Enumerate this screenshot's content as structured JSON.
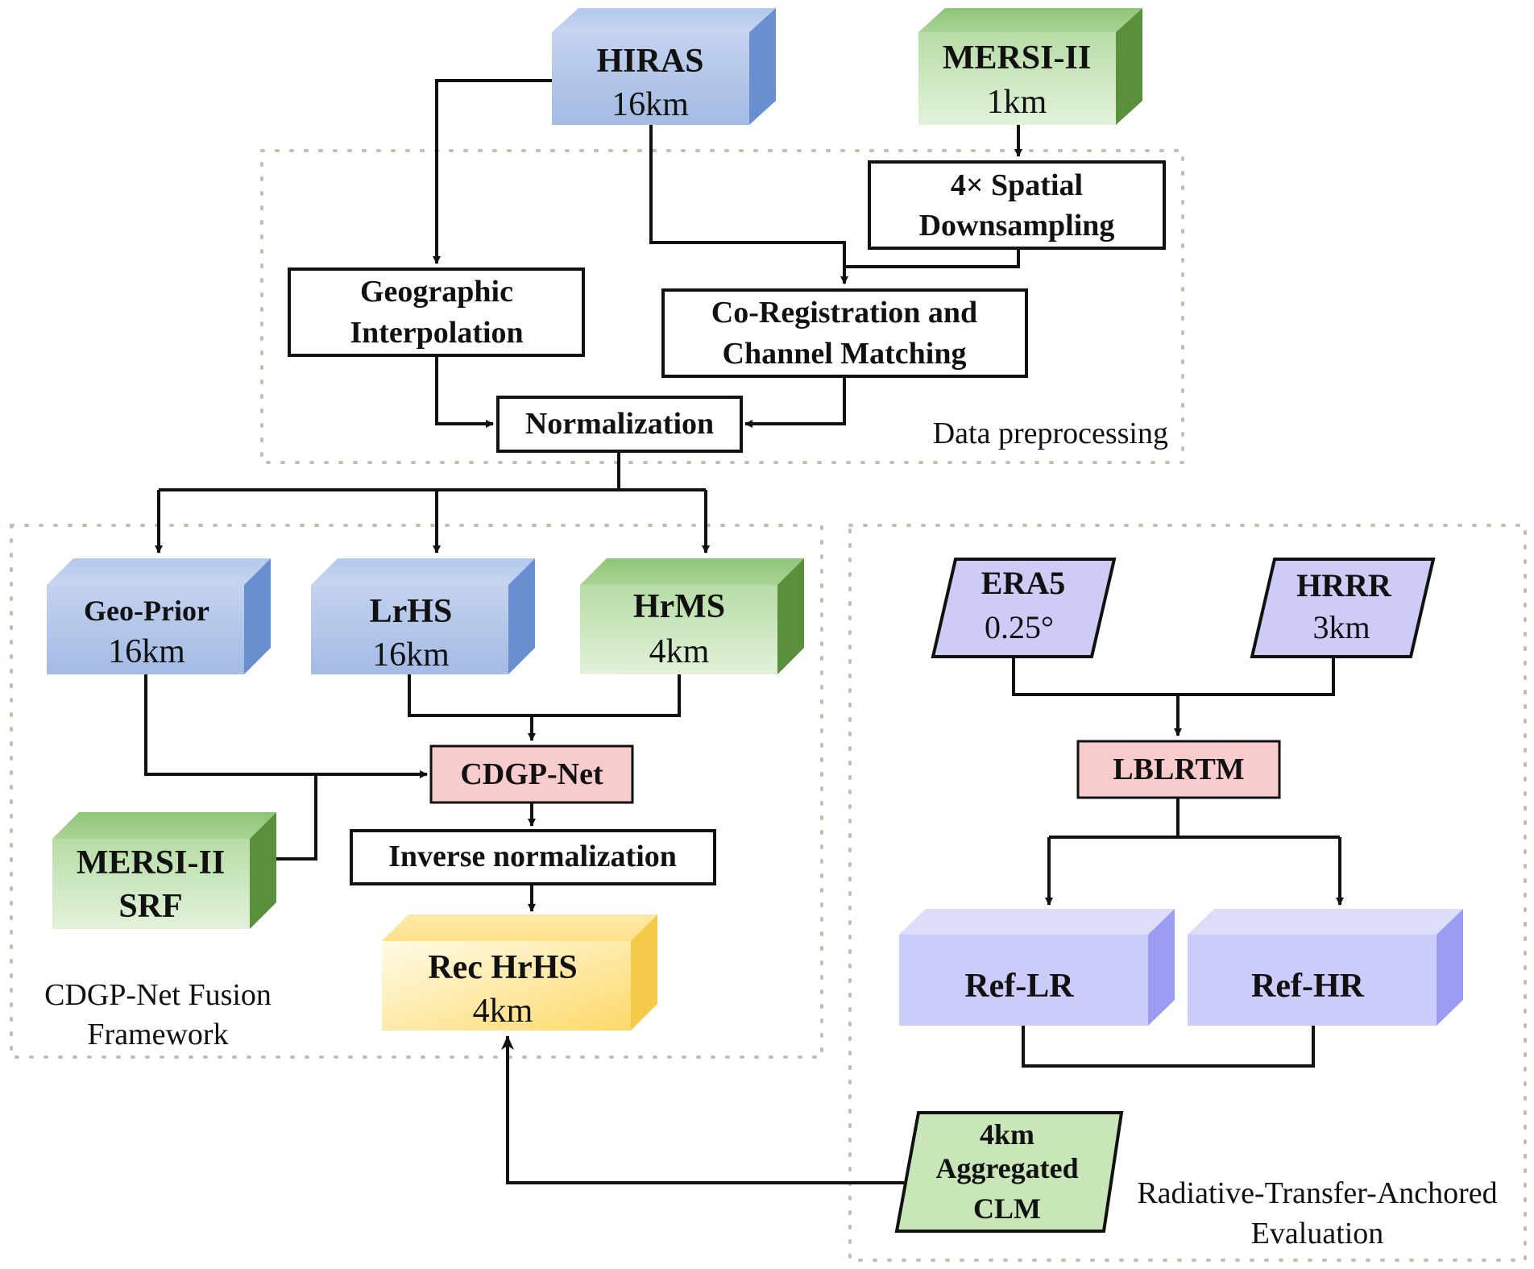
{
  "nodes": {
    "hiras": {
      "line1": "HIRAS",
      "line2": "16km"
    },
    "mersi_top": {
      "line1": "MERSI-II",
      "line2": "1km"
    },
    "downsampling": {
      "line1": "4× Spatial",
      "line2": "Downsampling"
    },
    "geo_interp": {
      "line1": "Geographic",
      "line2": "Interpolation"
    },
    "coreg": {
      "line1": "Co-Registration and",
      "line2": "Channel Matching"
    },
    "normalization": {
      "label": "Normalization"
    },
    "geo_prior": {
      "line1": "Geo-Prior",
      "line2": "16km"
    },
    "lrhs": {
      "line1": "LrHS",
      "line2": "16km"
    },
    "hrms": {
      "line1": "HrMS",
      "line2": "4km"
    },
    "cdgp_net": {
      "label": "CDGP-Net"
    },
    "mersi_srf": {
      "line1": "MERSI-II",
      "line2": "SRF"
    },
    "inverse_norm": {
      "label": "Inverse normalization"
    },
    "rec_hrhs": {
      "line1": "Rec HrHS",
      "line2": "4km"
    },
    "era5": {
      "line1": "ERA5",
      "line2": "0.25°"
    },
    "hrrr": {
      "line1": "HRRR",
      "line2": "3km"
    },
    "lblrtm": {
      "label": "LBLRTM"
    },
    "ref_lr": {
      "label": "Ref-LR"
    },
    "ref_hr": {
      "label": "Ref-HR"
    },
    "clm": {
      "line1": "4km",
      "line2": "Aggregated",
      "line3": "CLM"
    }
  },
  "groups": {
    "preprocessing": {
      "label": "Data preprocessing"
    },
    "fusion": {
      "line1": "CDGP-Net Fusion",
      "line2": "Framework"
    },
    "evaluation": {
      "line1": "Radiative-Transfer-Anchored",
      "line2": "Evaluation"
    }
  },
  "colors": {
    "blue_front_top": "#c9d6ee",
    "blue_front_bottom": "#a9bfe6",
    "blue_side": "#6a8fd0",
    "green_front_top": "#bfe0b0",
    "green_front_bottom": "#dff0d6",
    "green_side": "#5a8f3c",
    "yellow_front": "#fde48a",
    "yellow_side": "#f5c94a",
    "purple_front": "#ccccfa",
    "purple_side": "#9c9cf2",
    "pink_box": "#f8cccc",
    "light_purple_para": "#ccccf7",
    "light_green_para": "#c8e6b8"
  }
}
